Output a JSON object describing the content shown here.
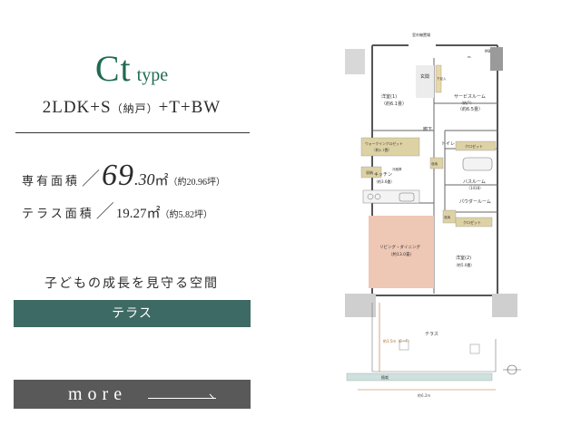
{
  "left_panel": {
    "type_letter": "Ct",
    "type_word": "type",
    "layout_main": "2LDK+S",
    "layout_paren": "（納戸）",
    "layout_suffix": "+T+BW",
    "floor_area": {
      "label": "専有面積",
      "int": "69",
      "dec": ".30",
      "unit": "㎡",
      "tsubo": "（約20.96坪）"
    },
    "terrace_area": {
      "label": "テラス面積",
      "value": "19.27",
      "unit": "㎡",
      "tsubo": "（約5.82坪）"
    },
    "slash": "／",
    "tagline": "子どもの成長を見守る空間",
    "terrace_label": "テラス",
    "more_label": "more"
  },
  "floor_plan": {
    "labels": {
      "outdoor_unit": "室外機置場",
      "ps": "PS",
      "mb": "MB",
      "entrance": "玄関",
      "shoe_box": "下足入",
      "western_room_1": "洋室(1)",
      "western_room_1_size": "（約6.1畳）",
      "service_room": "サービスルーム",
      "service_room_sub": "（納戸）",
      "service_room_size": "（約6.5畳）",
      "corridor": "廊下",
      "walk_in_closet": "ウォークインクロゼット",
      "walk_in_closet_size": "（約1.7畳）",
      "storage": "収納",
      "toilet": "トイレ",
      "closet": "クロゼット",
      "kitchen": "キッチン",
      "kitchen_size": "（約3.6畳）",
      "pantry": "冷蔵庫",
      "bathroom": "バスルーム",
      "bathroom_size": "（1418）",
      "powder_room": "パウダールーム",
      "ldk": "リビング・ダイニング",
      "ldk_size": "（約13.0畳）",
      "western_room_2": "洋室(2)",
      "western_room_2_size": "（約5.0畳）",
      "terrace": "テラス",
      "terrace_depth": "約3.5m（E〜F）",
      "terrace_width": "約6.2m",
      "planter": "植栽"
    }
  }
}
